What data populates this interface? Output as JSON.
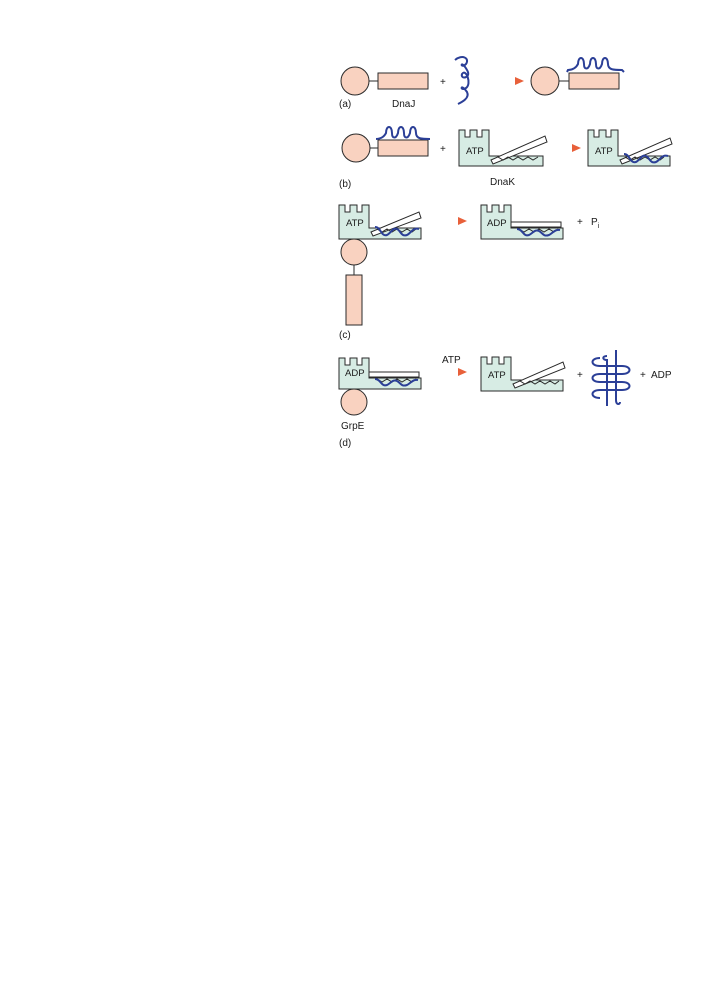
{
  "panels": {
    "a": {
      "label": "(a)",
      "protein_label": "DnaJ",
      "plus": "+"
    },
    "b": {
      "label": "(b)",
      "protein_label": "DnaK",
      "plus": "+",
      "atp_left": "ATP",
      "atp_right": "ATP"
    },
    "c": {
      "label": "(c)",
      "atp": "ATP",
      "adp": "ADP",
      "plus": "+",
      "pi_main": "P",
      "pi_sub": "i"
    },
    "d": {
      "label": "(d)",
      "protein_label": "GrpE",
      "adp_left": "ADP",
      "arrow_label": "ATP",
      "atp_right": "ATP",
      "plus1": "+",
      "plus2": "+",
      "adp_right": "ADP"
    }
  },
  "colors": {
    "dnaj_fill": "#f9d2c0",
    "dnak_fill": "#d7ece4",
    "outline": "#2a2a2a",
    "peptide": "#2b3f97",
    "arrow": "#e8603a"
  }
}
